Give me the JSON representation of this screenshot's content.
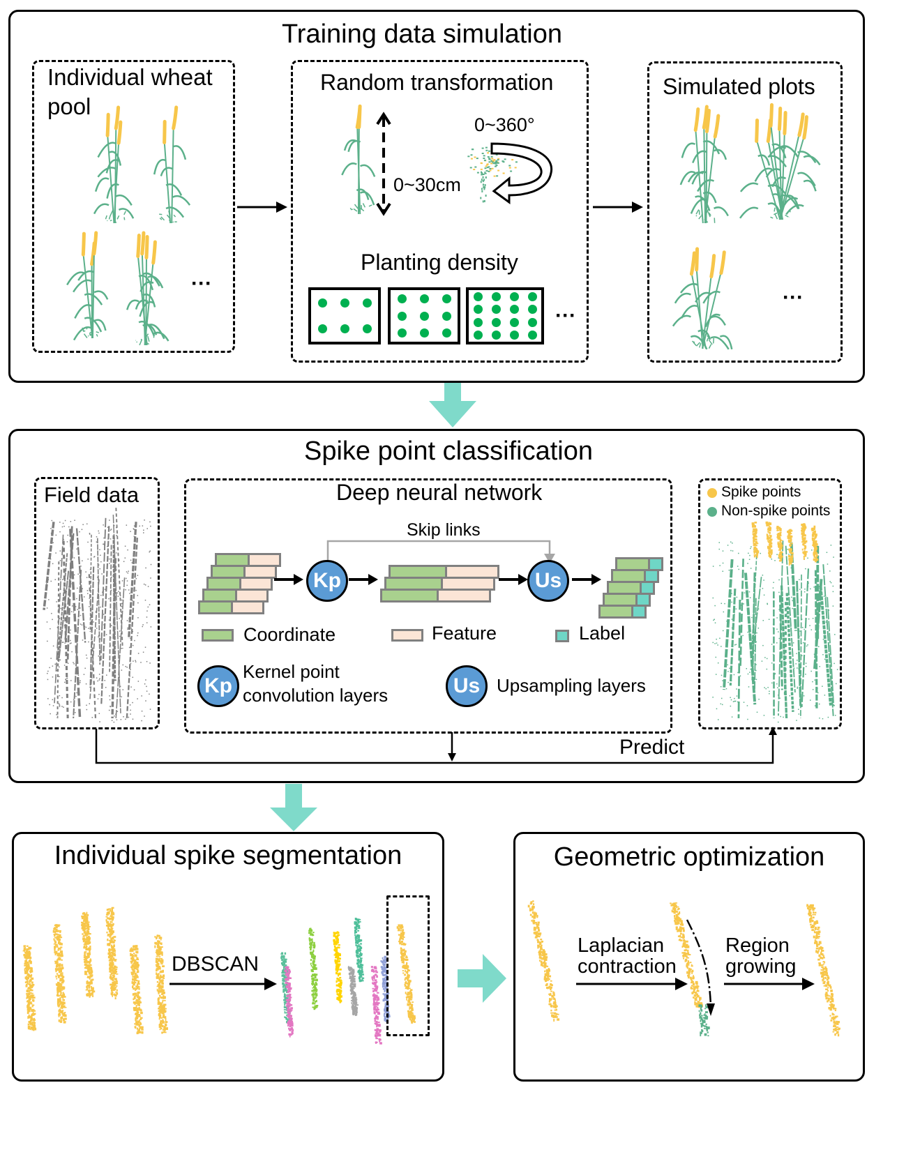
{
  "colors": {
    "spike": "#f7c64a",
    "non_spike": "#5bb08a",
    "field_gray": "#7f7f7f",
    "flow_arrow": "#7fdaca",
    "node_blue": "#5b9bd5",
    "coordinate": "#a9d18e",
    "feature": "#fbe5d6",
    "label": "#6fd6c6",
    "density_dot": "#00b050"
  },
  "training": {
    "title": "Training data simulation",
    "pool": {
      "title_line1": "Individual wheat",
      "title_line2": "pool",
      "ellipsis": "···"
    },
    "random": {
      "title": "Random transformation",
      "height_range": "0~30cm",
      "rotation_range": "0~360°",
      "density_title": "Planting density",
      "density_grids": [
        {
          "rows": 2,
          "cols": 3
        },
        {
          "rows": 3,
          "cols": 3
        },
        {
          "rows": 4,
          "cols": 4
        }
      ],
      "ellipsis": "···"
    },
    "plots": {
      "title": "Simulated  plots",
      "ellipsis": "···"
    }
  },
  "classification": {
    "title": "Spike point classification",
    "field": {
      "title": "Field data"
    },
    "dnn": {
      "title": "Deep neural network",
      "skip_links": "Skip links",
      "kp_symbol": "Kp",
      "us_symbol": "Us",
      "legend": {
        "coordinate": "Coordinate",
        "feature": "Feature",
        "label": "Label",
        "kp_line1": "Kernel point",
        "kp_line2": "convolution layers",
        "us": "Upsampling layers"
      }
    },
    "result": {
      "legend_spike": "Spike points",
      "legend_non_spike": "Non-spike points"
    },
    "predict": "Predict"
  },
  "segmentation": {
    "title": "Individual spike segmentation",
    "method": "DBSCAN"
  },
  "optimization": {
    "title": "Geometric optimization",
    "step1_line1": "Laplacian",
    "step1_line2": "contraction",
    "step2_line1": "Region",
    "step2_line2": "growing"
  }
}
